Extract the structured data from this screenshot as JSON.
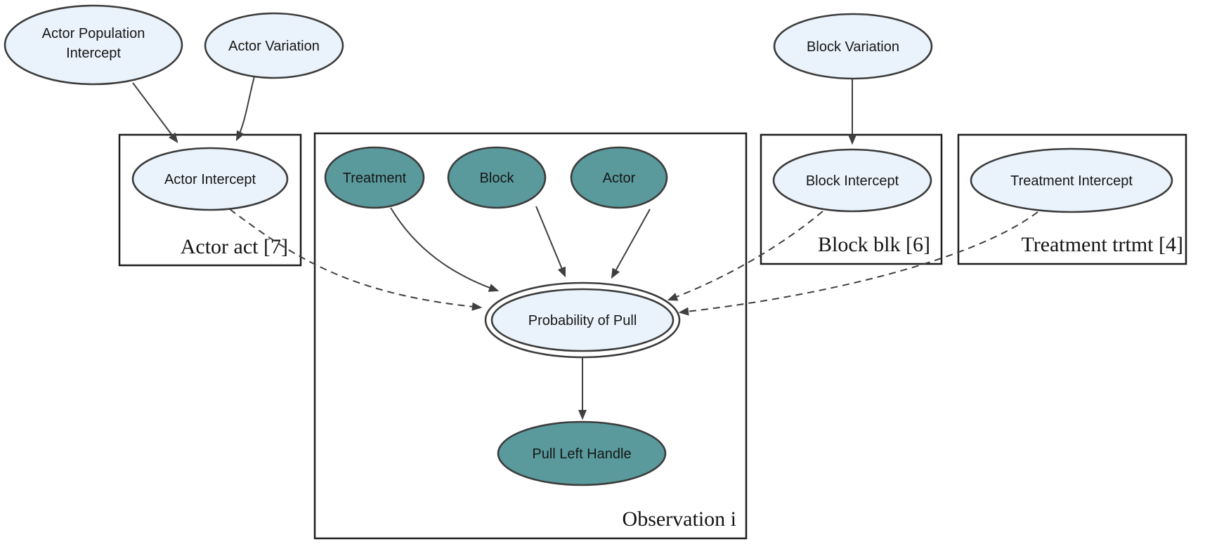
{
  "diagram": {
    "type": "plate-notation-dag",
    "colors": {
      "stochastic_fill": "#eaf3fc",
      "observed_fill": "#5a9a9c",
      "ring_fill": "#ffffff",
      "node_stroke": "#3c3c3c",
      "edge_stroke": "#3f3f3f",
      "plate_stroke": "#1d1d1d",
      "text": "#161616"
    },
    "plates": {
      "actor": {
        "label": "Actor act [7]"
      },
      "observation": {
        "label": "Observation i"
      },
      "block": {
        "label": "Block blk [6]"
      },
      "treatment": {
        "label": "Treatment trtmt [4]"
      }
    },
    "nodes": {
      "actor_population_intercept": {
        "label": "Actor Population Intercept",
        "line1": "Actor Population",
        "line2": "Intercept",
        "kind": "parameter"
      },
      "actor_variation": {
        "label": "Actor Variation",
        "kind": "parameter"
      },
      "block_variation": {
        "label": "Block Variation",
        "kind": "parameter"
      },
      "actor_intercept": {
        "label": "Actor Intercept",
        "kind": "parameter"
      },
      "treatment": {
        "label": "Treatment",
        "kind": "observed"
      },
      "block": {
        "label": "Block",
        "kind": "observed"
      },
      "actor": {
        "label": "Actor",
        "kind": "observed"
      },
      "block_intercept": {
        "label": "Block Intercept",
        "kind": "parameter"
      },
      "treatment_intercept": {
        "label": "Treatment Intercept",
        "kind": "parameter"
      },
      "probability_of_pull": {
        "label": "Probability of Pull",
        "kind": "deterministic-double-ellipse"
      },
      "pull_left_handle": {
        "label": "Pull Left Handle",
        "kind": "observed"
      }
    },
    "edges": [
      {
        "from": "Actor Population Intercept",
        "to": "Actor Intercept",
        "style": "solid"
      },
      {
        "from": "Actor Variation",
        "to": "Actor Intercept",
        "style": "solid"
      },
      {
        "from": "Block Variation",
        "to": "Block Intercept",
        "style": "solid"
      },
      {
        "from": "Treatment",
        "to": "Probability of Pull",
        "style": "solid"
      },
      {
        "from": "Block",
        "to": "Probability of Pull",
        "style": "solid"
      },
      {
        "from": "Actor",
        "to": "Probability of Pull",
        "style": "solid"
      },
      {
        "from": "Actor Intercept",
        "to": "Probability of Pull",
        "style": "dashed"
      },
      {
        "from": "Block Intercept",
        "to": "Probability of Pull",
        "style": "dashed"
      },
      {
        "from": "Treatment Intercept",
        "to": "Probability of Pull",
        "style": "dashed"
      },
      {
        "from": "Probability of Pull",
        "to": "Pull Left Handle",
        "style": "solid"
      }
    ]
  }
}
